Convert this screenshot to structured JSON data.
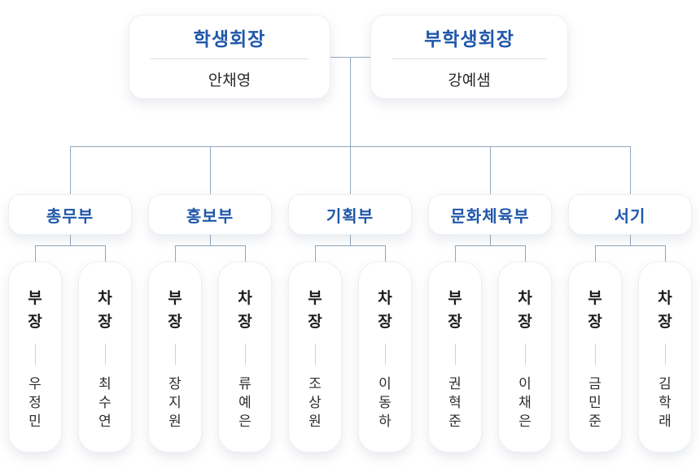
{
  "colors": {
    "accent_blue": "#1f57aa",
    "connector_line": "#91a7bd",
    "role_text": "#1d1d1d",
    "name_text": "#2e2e2e"
  },
  "executives": [
    {
      "title": "학생회장",
      "name": "안채영"
    },
    {
      "title": "부학생회장",
      "name": "강예샘"
    }
  ],
  "departments": [
    {
      "label": "총무부",
      "members": [
        {
          "role": "부장",
          "name": "우정민"
        },
        {
          "role": "차장",
          "name": "최수연"
        }
      ]
    },
    {
      "label": "홍보부",
      "members": [
        {
          "role": "부장",
          "name": "장지원"
        },
        {
          "role": "차장",
          "name": "류예은"
        }
      ]
    },
    {
      "label": "기획부",
      "members": [
        {
          "role": "부장",
          "name": "조상원"
        },
        {
          "role": "차장",
          "name": "이동하"
        }
      ]
    },
    {
      "label": "문화체육부",
      "members": [
        {
          "role": "부장",
          "name": "권혁준"
        },
        {
          "role": "차장",
          "name": "이채은"
        }
      ]
    },
    {
      "label": "서기",
      "members": [
        {
          "role": "부장",
          "name": "금민준"
        },
        {
          "role": "차장",
          "name": "김학래"
        }
      ]
    }
  ]
}
